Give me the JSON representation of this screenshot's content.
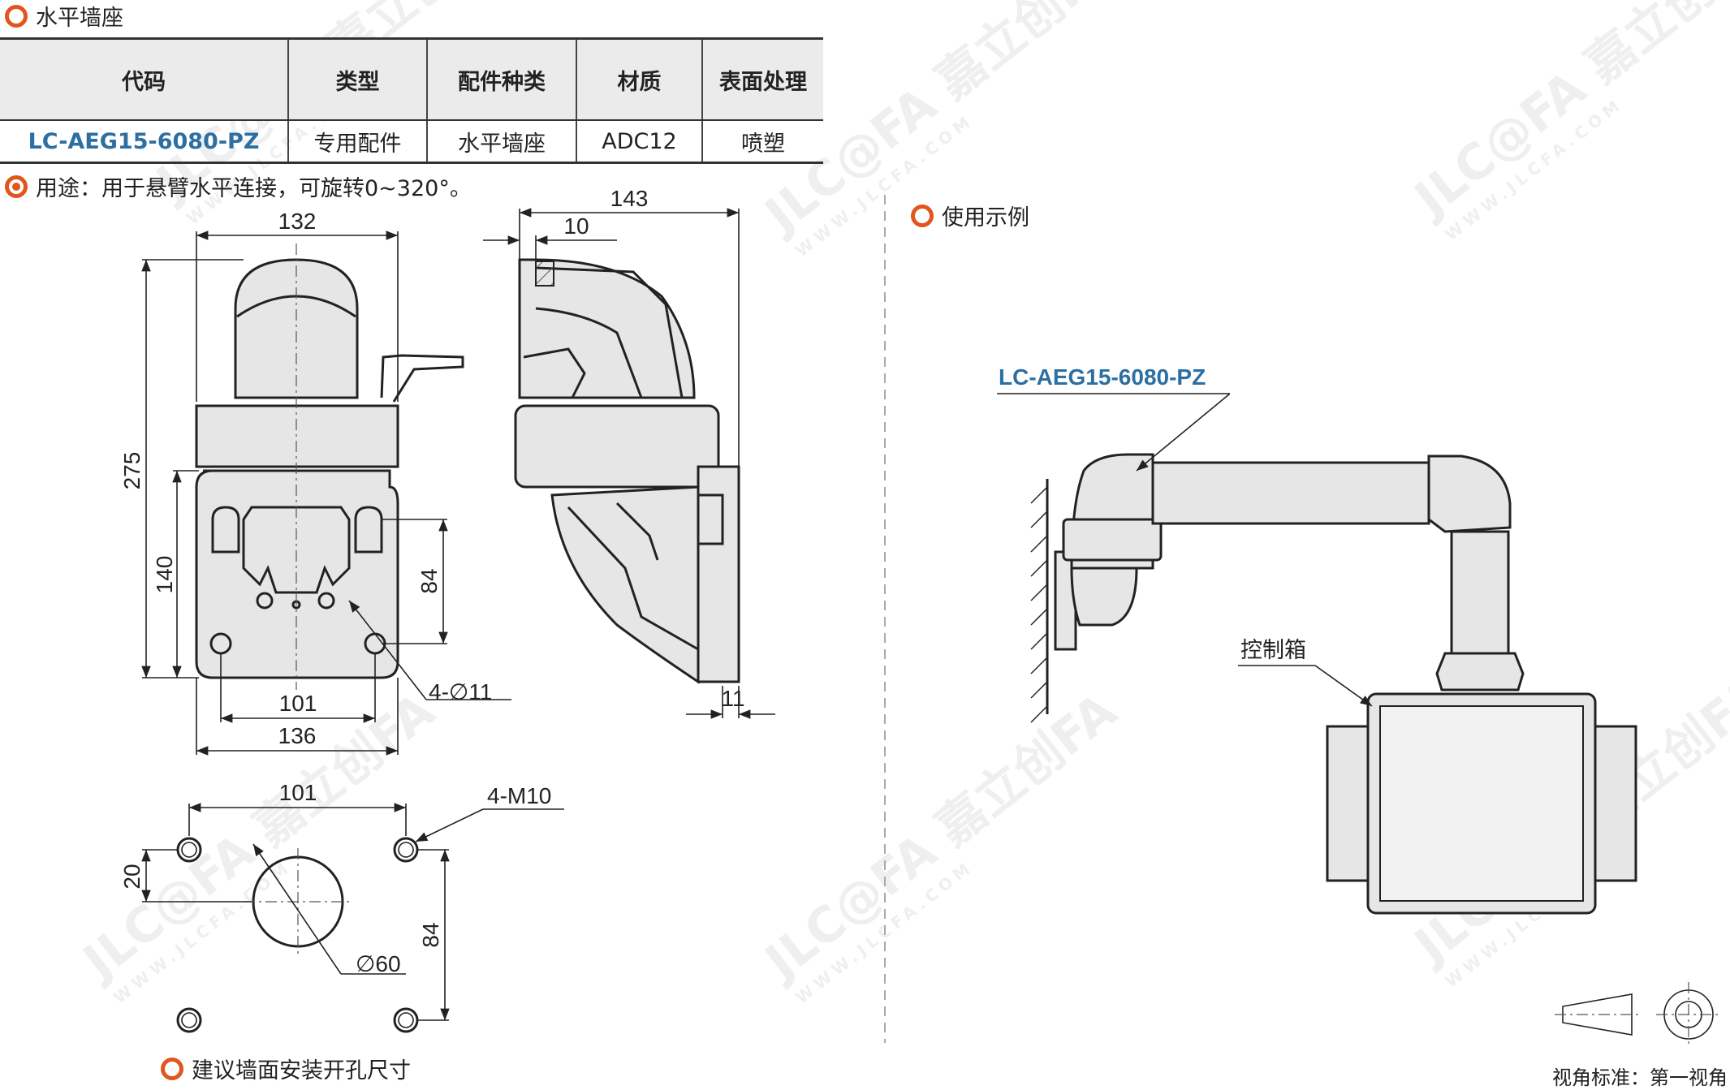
{
  "section_title": "水平墙座",
  "table": {
    "headers": [
      "代码",
      "类型",
      "配件种类",
      "材质",
      "表面处理"
    ],
    "row": [
      "LC-AEG15-6080-PZ",
      "专用配件",
      "水平墙座",
      "ADC12",
      "喷塑"
    ]
  },
  "usage": "用途：用于悬臂水平连接，可旋转0~320°。",
  "usage_example_title": "使用示例",
  "mount_hole_title": "建议墙面安装开孔尺寸",
  "dimensions": {
    "front_width_top": "132",
    "front_height": "275",
    "front_plate_height": "140",
    "front_hole_vertical": "84",
    "front_hole_spacing": "101",
    "front_width_bottom": "136",
    "front_holes": "4-∅11",
    "side_depth": "143",
    "side_offset": "10",
    "side_plate": "11",
    "hole_spacing": "101",
    "hole_thread": "4-M10",
    "hole_offset": "20",
    "hole_vertical": "84",
    "hole_center": "∅60"
  },
  "example_labels": {
    "product_code": "LC-AEG15-6080-PZ",
    "control_box": "控制箱"
  },
  "projection_note": "视角标准：第一视角",
  "watermark": {
    "brand": "JLC@FA 嘉立创FA",
    "url": "WWW.JLCFA.COM"
  },
  "colors": {
    "accent": "#e0561d",
    "code_blue": "#2d6fa1",
    "header_bg": "#ebebeb"
  }
}
